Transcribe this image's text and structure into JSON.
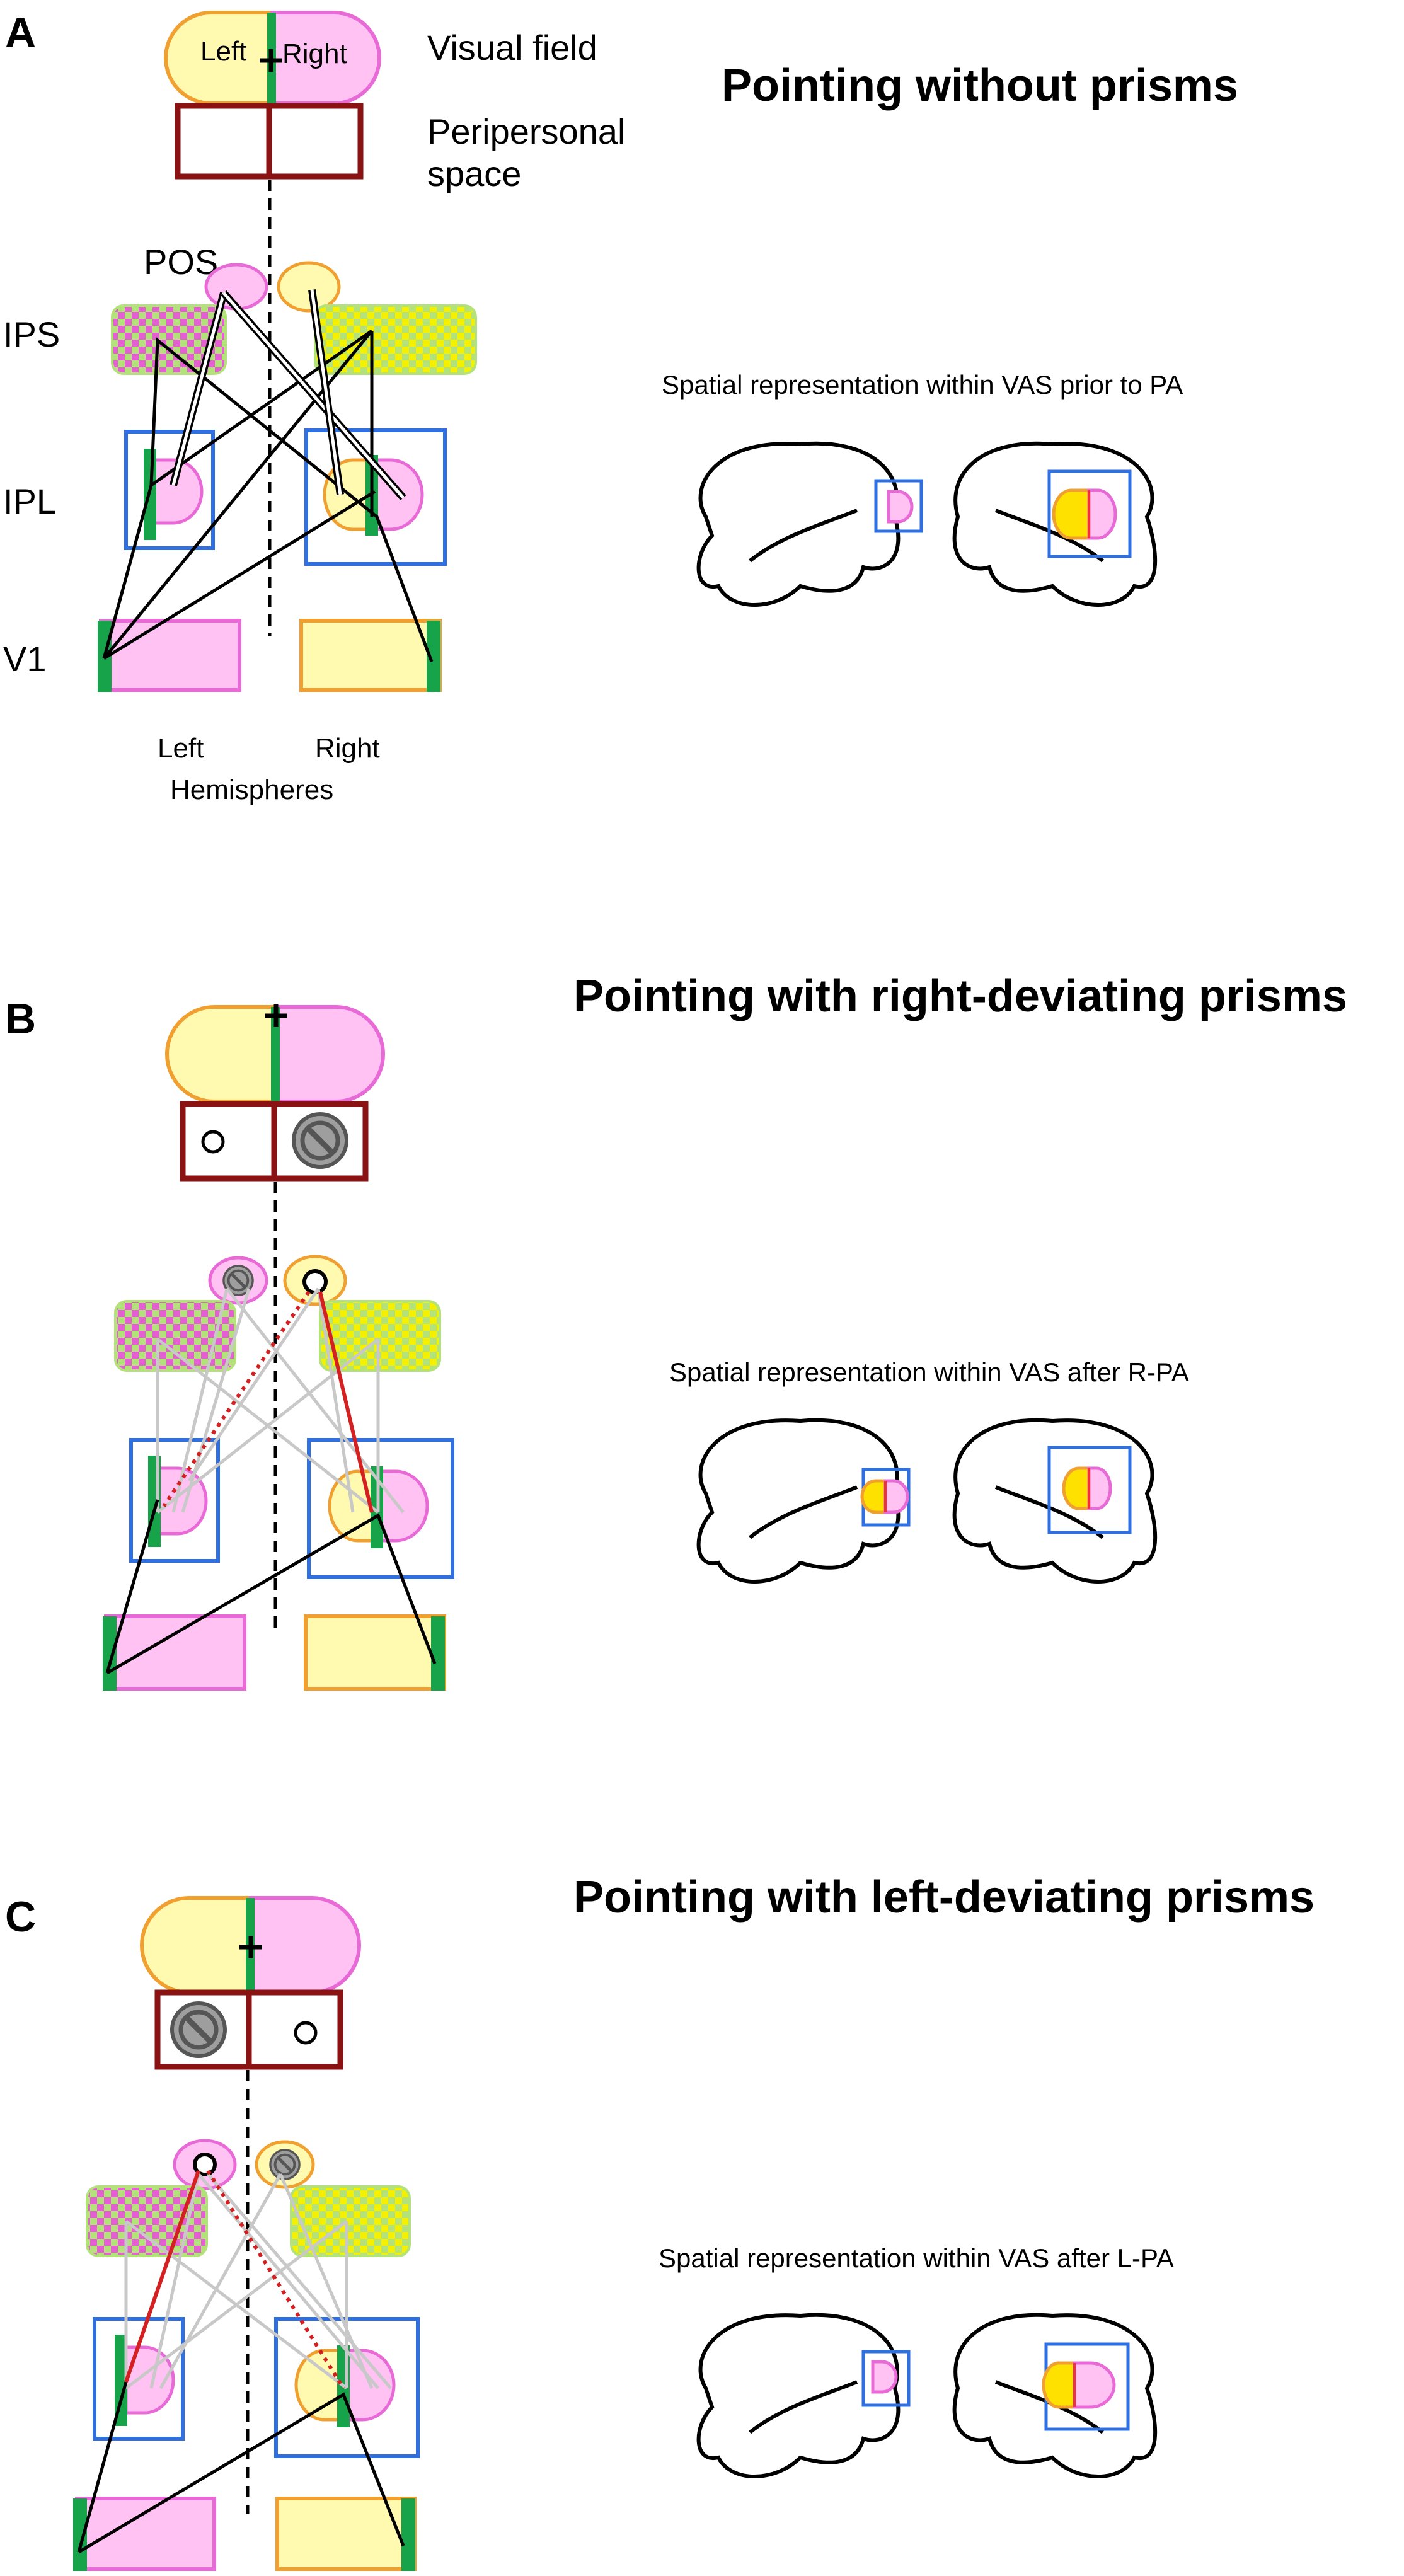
{
  "panels": [
    {
      "letter": "A",
      "title": "Pointing without prisms",
      "caption": "Spatial representation within VAS prior to PA",
      "visual_field_left": "Left",
      "visual_field_right": "Right",
      "label_visual_field": "Visual field",
      "label_peripersonal": [
        "Peripersonal",
        "space"
      ],
      "label_pos": "POS",
      "row_labels": [
        "IPS",
        "IPL",
        "V1"
      ],
      "hemi_left": "Left",
      "hemi_right": "Right",
      "hemispheres": "Hemispheres"
    },
    {
      "letter": "B",
      "title": "Pointing with right-deviating prisms",
      "caption": "Spatial representation within VAS after R-PA"
    },
    {
      "letter": "C",
      "title": "Pointing with left-deviating prisms",
      "caption": "Spatial representation within VAS after L-PA"
    }
  ],
  "colors": {
    "left_hemi": "#ffc2f3",
    "left_edge": "#e86ad6",
    "right_hemi": "#fffab0",
    "right_edge": "#f0a030",
    "midline": "#16a34a",
    "peripersonal": "#8b1212",
    "ipl_box": "#2f6fe0",
    "ips_fill": "#b3e27a",
    "error_line": "#d42020",
    "prior_line": "#c8c8c8"
  },
  "icons": [
    "fixation-cross-icon",
    "no-entry-icon",
    "target-circle-icon",
    "brain-outline-icon"
  ]
}
